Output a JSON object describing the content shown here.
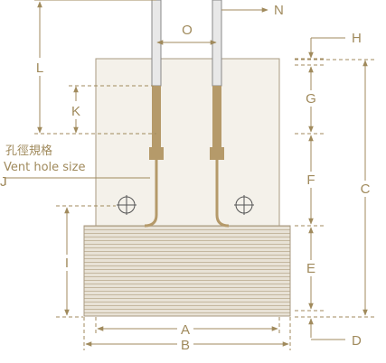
{
  "diagram": {
    "accent_color": "#a08a5c",
    "lead_color": "#b59a6a",
    "labels": {
      "A": "A",
      "B": "B",
      "C": "C",
      "D": "D",
      "E": "E",
      "F": "F",
      "G": "G",
      "H": "H",
      "I": "I",
      "J": "J",
      "K": "K",
      "L": "L",
      "N": "N",
      "O": "O"
    },
    "vent_hole_caption_cn": "孔徑規格",
    "vent_hole_caption_en": "Vent hole size",
    "icons": [
      "crosshair-circle-icon"
    ]
  }
}
